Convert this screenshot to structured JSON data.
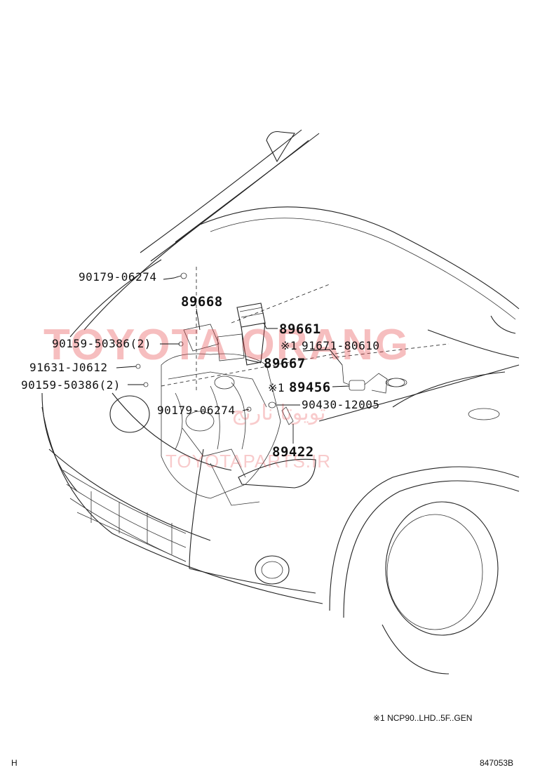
{
  "diagram": {
    "part_labels": {
      "p1": "90179-06274",
      "p2": "89668",
      "p3": "89661",
      "p4": "91671-80610",
      "p5": "90159-50386(2)",
      "p6": "89667",
      "p7": "91631-J0612",
      "p8": "90159-50386(2)",
      "p9": "89456",
      "p10": "90179-06274",
      "p11": "90430-12005",
      "p12": "89422"
    },
    "marks": {
      "m4": "※1",
      "m9": "※1"
    },
    "footnote": "※1 NCP90..LHD..5F..GEN",
    "corner_left": "H",
    "code": "847053B"
  },
  "watermark": {
    "brand": "TOYOTA ORANG",
    "url": "TOYOTAPARTS.IR",
    "arabic": "تویوتا نارنج"
  },
  "colors": {
    "line": "#222222",
    "watermark": "#e8474a"
  }
}
